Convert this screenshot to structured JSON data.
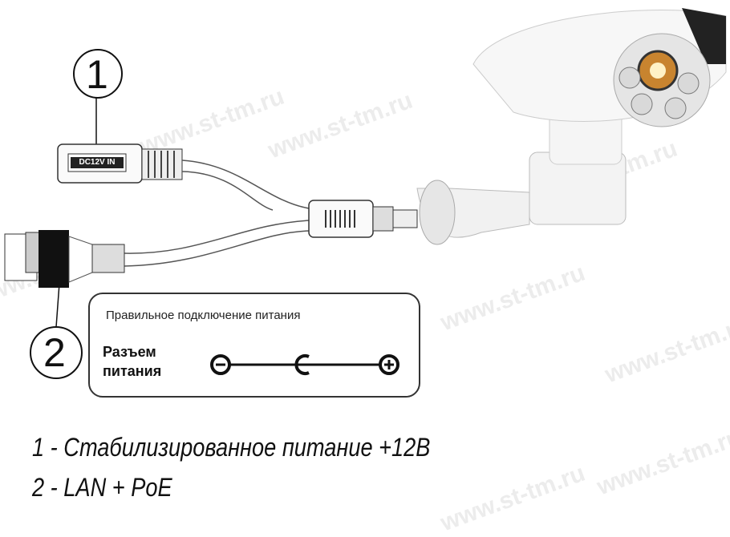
{
  "watermark": "www.st-tm.ru",
  "callouts": {
    "one": "1",
    "two": "2"
  },
  "connector_label": "DC12V IN",
  "polarity_box": {
    "title": "Правильное подключение питания",
    "label_line1": "Разъем",
    "label_line2": "питания"
  },
  "legend": [
    "1 - Стабилизированное питание +12В",
    "2 - LAN + PoE"
  ]
}
